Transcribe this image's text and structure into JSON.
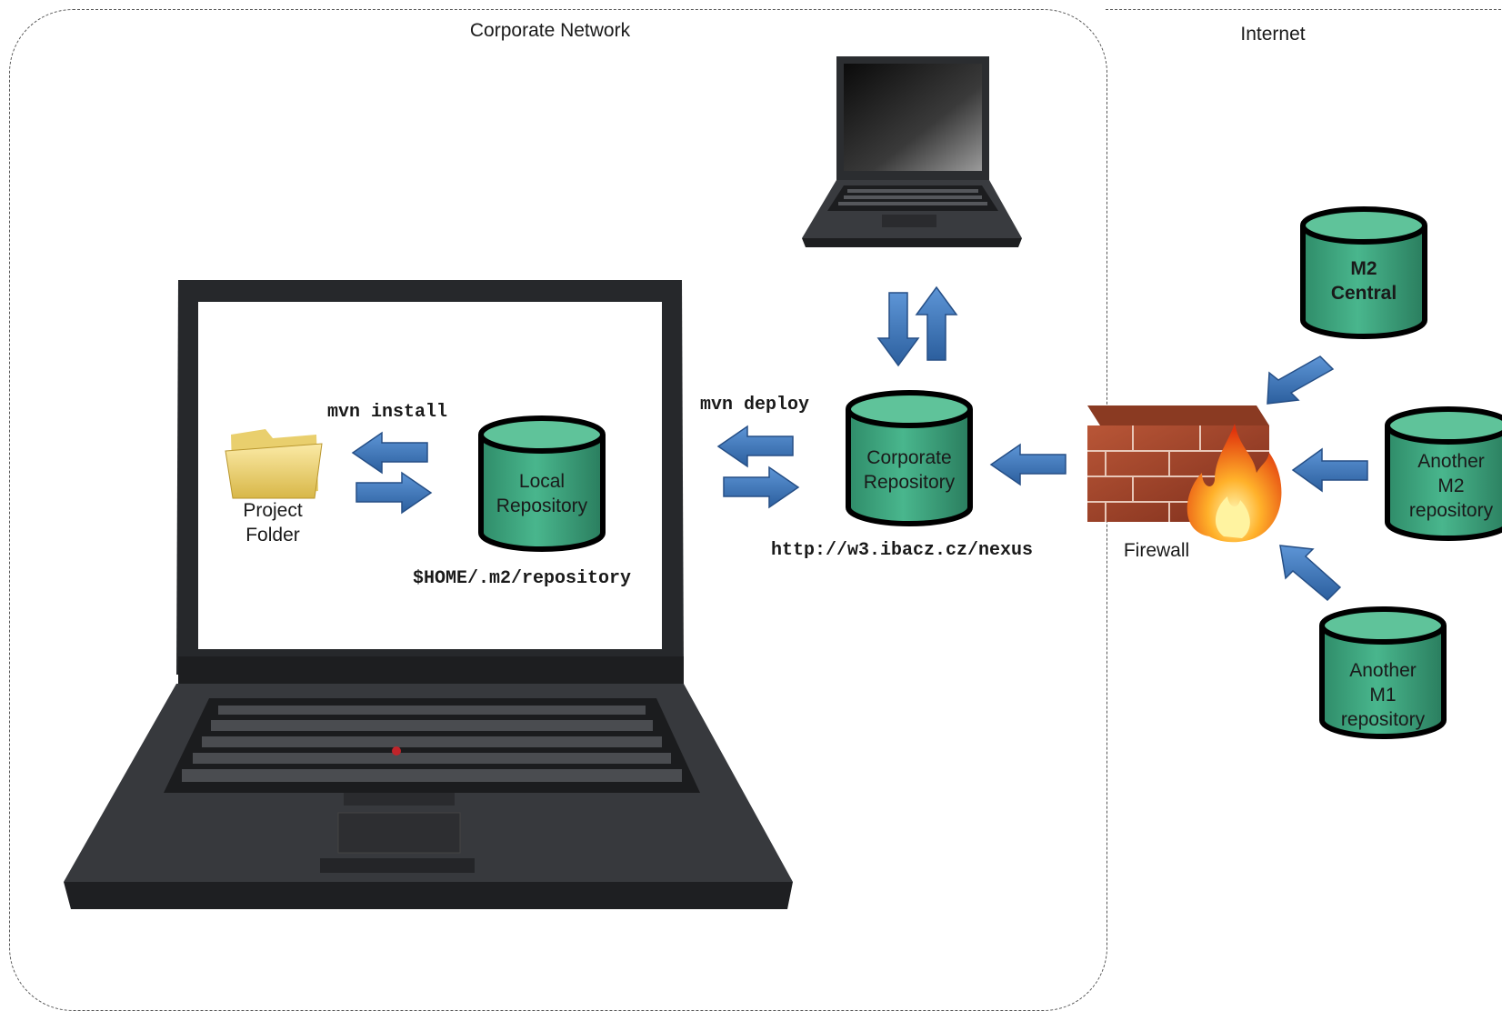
{
  "zones": {
    "corporate": "Corporate Network",
    "internet": "Internet"
  },
  "local": {
    "project_folder": [
      "Project",
      "Folder"
    ],
    "repository": [
      "Local",
      "Repository"
    ],
    "install_cmd": "mvn install",
    "repo_path": "$HOME/.m2/repository"
  },
  "corporate": {
    "deploy_cmd": "mvn deploy",
    "repository": [
      "Corporate",
      "Repository"
    ],
    "url": "http://w3.ibacz.cz/nexus"
  },
  "firewall": {
    "label": "Firewall"
  },
  "remote": {
    "m2_central": [
      "M2",
      "Central"
    ],
    "another_m2": [
      "Another",
      "M2",
      "repository"
    ],
    "another_m1": [
      "Another",
      "M1",
      "repository"
    ]
  },
  "colors": {
    "cylinder_fill": "#3aa37f",
    "cylinder_top": "#5fc39a",
    "arrow_fill": "#3b73b9",
    "laptop_body": "#2f3135",
    "brick": "#a8432a"
  }
}
